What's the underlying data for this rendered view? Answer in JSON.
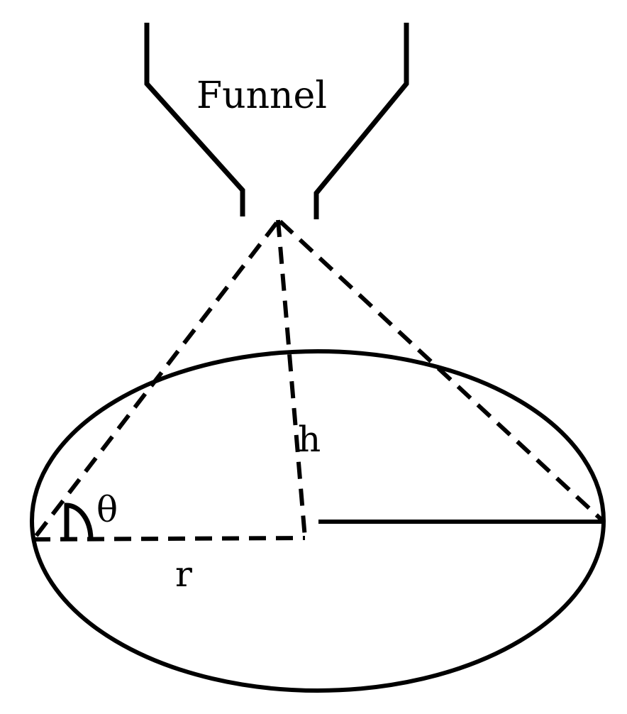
{
  "labels": {
    "funnel": "Funnel",
    "height": "h",
    "angle": "θ",
    "radius": "r"
  },
  "colors": {
    "stroke": "#000000",
    "background": "#ffffff"
  }
}
